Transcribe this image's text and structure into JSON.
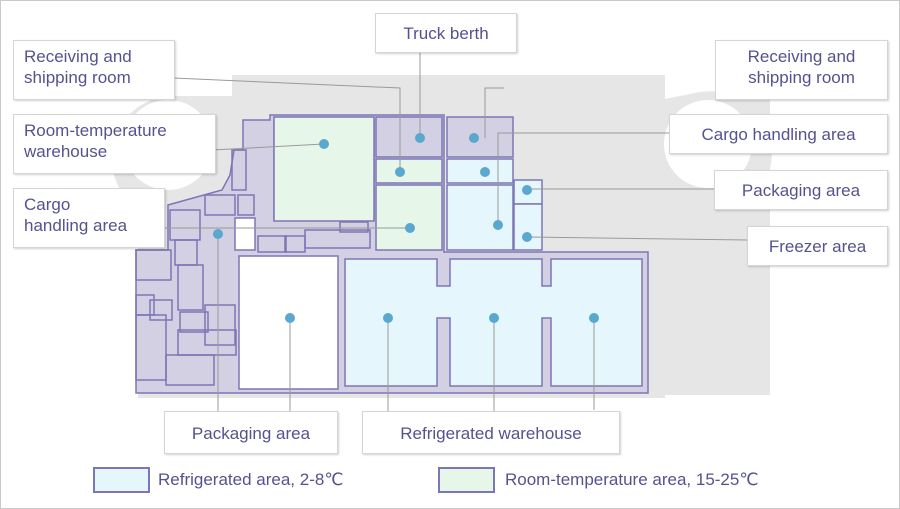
{
  "colors": {
    "outline": "#7c76b5",
    "building_fill": "#d2d0e2",
    "site_fill": "#e6e6e6",
    "refrigerated_fill": "#e5f6fc",
    "room_temp_fill": "#e6f6e9",
    "marker": "#5aa7cf",
    "leader": "#9a9a9a",
    "label_text": "#55528f"
  },
  "labels": {
    "truck_berth": "Truck berth",
    "receiving_left": "Receiving and\nshipping room",
    "receiving_right": "Receiving and\nshipping room",
    "room_temp_warehouse": "Room-temperature\nwarehouse",
    "cargo_handling_left": "Cargo\nhandling area",
    "cargo_handling_right": "Cargo handling area",
    "packaging_right": "Packaging area",
    "freezer": "Freezer area",
    "packaging_bottom": "Packaging area",
    "refrigerated_warehouse": "Refrigerated warehouse"
  },
  "legend": [
    {
      "label": "Refrigerated area, 2-8℃",
      "swatch": "#e5f6fc"
    },
    {
      "label": "Room-temperature area, 15-25℃",
      "swatch": "#e6f6e9"
    }
  ]
}
